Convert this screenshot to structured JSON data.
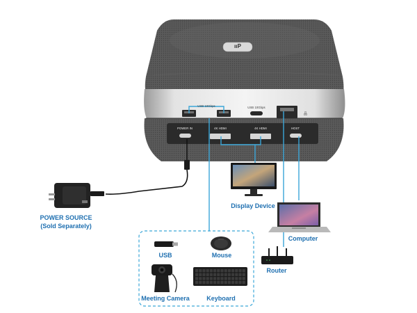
{
  "device": {
    "logo": "ııP",
    "top_port_labels": {
      "usb_10gbps_pair": "USB 10Gbps",
      "usb_10gbps_single": "USB 10Gbps"
    },
    "front_port_labels": {
      "power_in": "POWER IN",
      "hdmi_1": "4K HDMI",
      "hdmi_2": "4K HDMI",
      "host": "HOST"
    }
  },
  "labels": {
    "power_source_line1": "POWER SOURCE",
    "power_source_line2": "(Sold Separately)",
    "display_device": "Display Device",
    "computer": "Computer",
    "router": "Router",
    "usb": "USB",
    "mouse": "Mouse",
    "meeting_camera": "Meeting Camera",
    "keyboard": "Keyboard"
  },
  "icons": {
    "power_adapter": "power-adapter-icon",
    "monitor": "monitor-icon",
    "laptop": "laptop-icon",
    "router": "router-icon",
    "usb_drive": "usb-drive-icon",
    "mouse": "mouse-icon",
    "webcam": "webcam-icon",
    "keyboard": "keyboard-icon"
  },
  "colors": {
    "connector_line": "#3aa6d8",
    "label_blue": "#1e6fb0",
    "speaker_fabric": "#585858",
    "silver_band": "#c9c9c9",
    "port_panel": "#2a2a2a"
  }
}
